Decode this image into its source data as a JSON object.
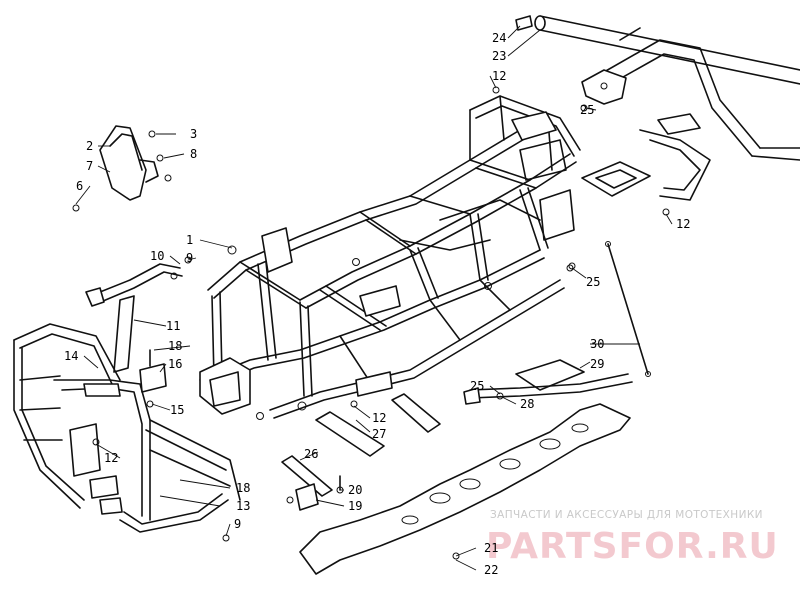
{
  "callouts": [
    {
      "id": "c1",
      "label": "1"
    },
    {
      "id": "c2",
      "label": "2"
    },
    {
      "id": "c3",
      "label": "3"
    },
    {
      "id": "c6",
      "label": "6"
    },
    {
      "id": "c7",
      "label": "7"
    },
    {
      "id": "c8",
      "label": "8"
    },
    {
      "id": "c9a",
      "label": "9"
    },
    {
      "id": "c9b",
      "label": "9"
    },
    {
      "id": "c10",
      "label": "10"
    },
    {
      "id": "c11",
      "label": "11"
    },
    {
      "id": "c12a",
      "label": "12"
    },
    {
      "id": "c12b",
      "label": "12"
    },
    {
      "id": "c12c",
      "label": "12"
    },
    {
      "id": "c12d",
      "label": "12"
    },
    {
      "id": "c13",
      "label": "13"
    },
    {
      "id": "c14",
      "label": "14"
    },
    {
      "id": "c15",
      "label": "15"
    },
    {
      "id": "c16",
      "label": "16"
    },
    {
      "id": "c18a",
      "label": "18"
    },
    {
      "id": "c18b",
      "label": "18"
    },
    {
      "id": "c19",
      "label": "19"
    },
    {
      "id": "c20",
      "label": "20"
    },
    {
      "id": "c21",
      "label": "21"
    },
    {
      "id": "c22",
      "label": "22"
    },
    {
      "id": "c23",
      "label": "23"
    },
    {
      "id": "c24",
      "label": "24"
    },
    {
      "id": "c25a",
      "label": "25"
    },
    {
      "id": "c25b",
      "label": "25"
    },
    {
      "id": "c25c",
      "label": "25"
    },
    {
      "id": "c26",
      "label": "26"
    },
    {
      "id": "c27",
      "label": "27"
    },
    {
      "id": "c28",
      "label": "28"
    },
    {
      "id": "c29",
      "label": "29"
    },
    {
      "id": "c30",
      "label": "30"
    }
  ],
  "watermark": {
    "tagline": "ЗАПЧАСТИ И АКСЕССУАРЫ ДЛЯ МОТОТЕХНИКИ",
    "logo": "PARTSFOR.RU"
  }
}
